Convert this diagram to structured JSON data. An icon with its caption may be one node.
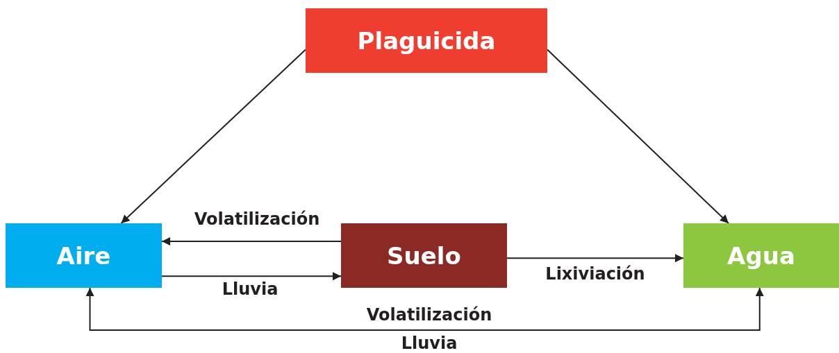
{
  "diagram": {
    "nodes": [
      {
        "text": [
          "Plaguicida"
        ]
      },
      {
        "text": [
          "Aire"
        ]
      },
      {
        "text": [
          "Suelo"
        ]
      },
      {
        "text": [
          "Agua"
        ]
      }
    ],
    "edges": [
      {
        "from": 0,
        "to": 1,
        "arrow": "to"
      },
      {
        "from": 0,
        "to": 3,
        "arrow": "to"
      },
      {
        "from": 2,
        "to": 1,
        "arrow": "to",
        "label": "Volatilización"
      },
      {
        "from": 1,
        "to": 2,
        "arrow": "to",
        "label": "Lluvia"
      },
      {
        "from": 2,
        "to": 3,
        "arrow": "to",
        "label": "Lixiviación"
      },
      {
        "from": 3,
        "to": 1,
        "arrow": "both",
        "label": "Volatilización"
      }
    ],
    "labels": [
      "Lluvia"
    ]
  }
}
